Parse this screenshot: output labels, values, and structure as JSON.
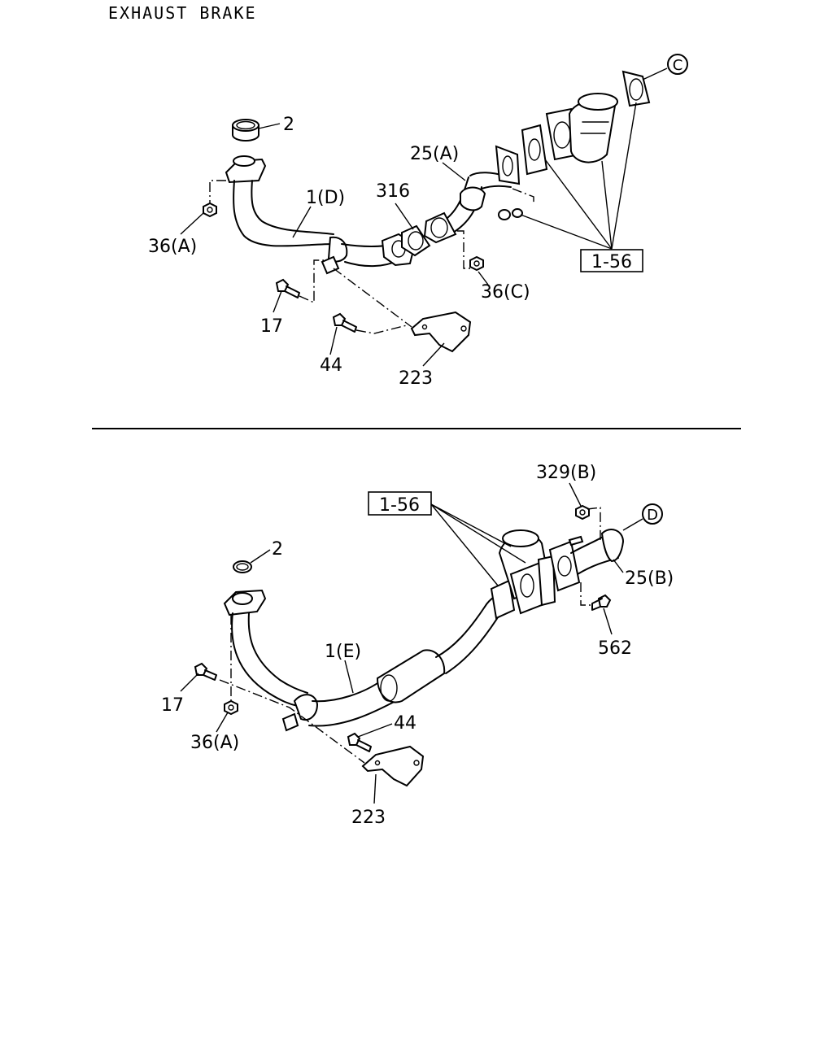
{
  "title": "EXHAUST BRAKE",
  "top": {
    "labels": {
      "p2": "2",
      "p1d": "1(D)",
      "p316": "316",
      "p25a": "25(A)",
      "p36a": "36(A)",
      "p17": "17",
      "p44": "44",
      "p223": "223",
      "p36c": "36(C)",
      "p156": "1-56",
      "callout": "C"
    }
  },
  "bottom": {
    "labels": {
      "p329b": "329(B)",
      "p156": "1-56",
      "callout": "D",
      "p2": "2",
      "p25b": "25(B)",
      "p1e": "1(E)",
      "p562": "562",
      "p17": "17",
      "p44": "44",
      "p36a": "36(A)",
      "p223": "223"
    }
  }
}
